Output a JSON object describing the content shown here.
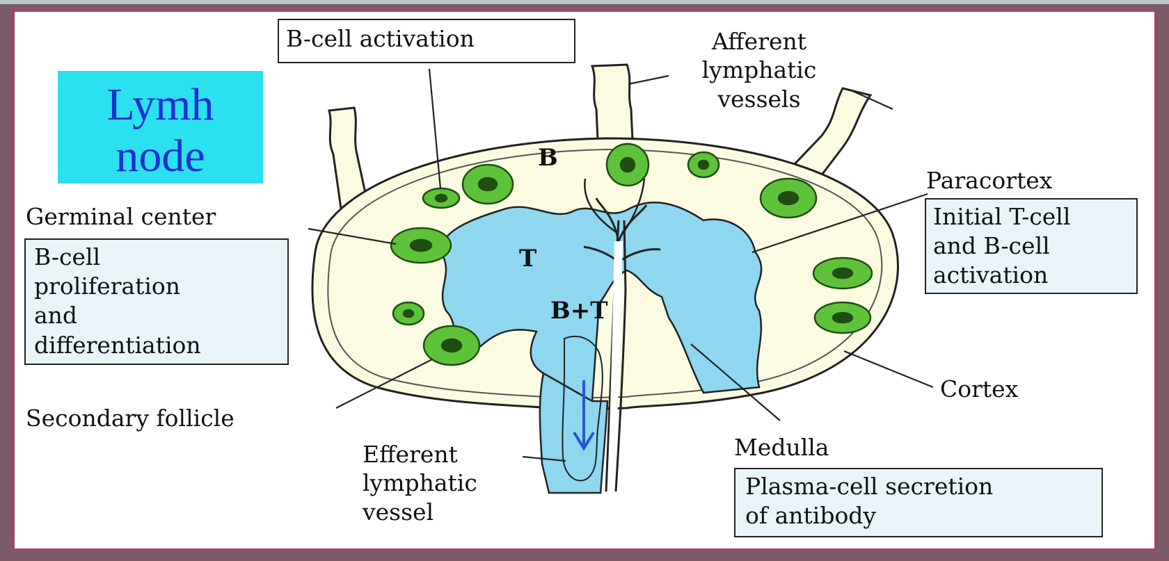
{
  "title": {
    "line1": "Lymh",
    "line2": "node"
  },
  "regions": {
    "b": "B",
    "t": "T",
    "bt": "B+T"
  },
  "labels": {
    "b_cell_activation": "B-cell activation",
    "afferent": [
      "Afferent",
      "lymphatic",
      "vessels"
    ],
    "paracortex": "Paracortex",
    "germinal_center": "Germinal center",
    "secondary_follicle": "Secondary follicle",
    "cortex": "Cortex",
    "medulla": "Medulla",
    "efferent": [
      "Efferent",
      "lymphatic",
      "vessel"
    ]
  },
  "boxes": {
    "germinal": [
      "B-cell",
      "proliferation",
      "and",
      "differentiation"
    ],
    "paracortex": [
      "Initial T-cell",
      "and B-cell",
      "activation"
    ],
    "medulla": [
      "Plasma-cell secretion",
      "of antibody"
    ]
  },
  "colors": {
    "node_fill": "#fbfbe2",
    "paracortex_fill": "#8fd6ef",
    "follicle_ring": "#2f8a1f",
    "follicle_fill": "#5fc23b",
    "title_bg": "#2be0ef",
    "title_text": "#1f2fd0",
    "flow_arrow": "#2a55d8",
    "border": "#a63d6e"
  }
}
